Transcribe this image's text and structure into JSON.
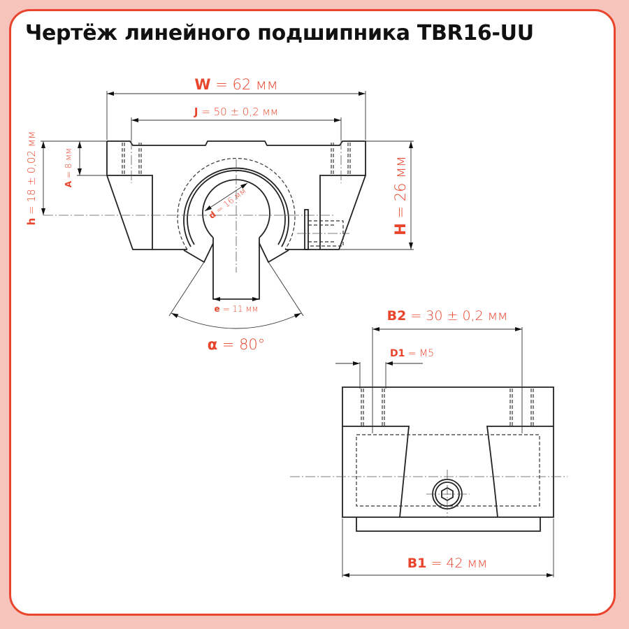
{
  "title": "Чертёж линейного подшипника TBR16-UU",
  "colors": {
    "accent": "#e8452c",
    "frame": "#f6c4bb",
    "line": "#222222"
  },
  "dimensions": {
    "W": {
      "symbol": "W",
      "value": " = 62 мм"
    },
    "J": {
      "symbol": "J",
      "value": " = 50 ± 0,2 мм"
    },
    "h": {
      "symbol": "h",
      "value": " = 18 ± 0,02 мм"
    },
    "A": {
      "symbol": "A",
      "value": " = 8 мм"
    },
    "H": {
      "symbol": "H",
      "value": " = 26 мм"
    },
    "d": {
      "symbol": "d",
      "value": " = 16 мм"
    },
    "e": {
      "symbol": "e",
      "value": " = 11 мм"
    },
    "alpha": {
      "symbol": "α",
      "value": " = 80°"
    },
    "B2": {
      "symbol": "B2",
      "value": " = 30 ± 0,2 мм"
    },
    "D1": {
      "symbol": "D1",
      "value": " = M5"
    },
    "B1": {
      "symbol": "B1",
      "value": " = 42 мм"
    }
  }
}
